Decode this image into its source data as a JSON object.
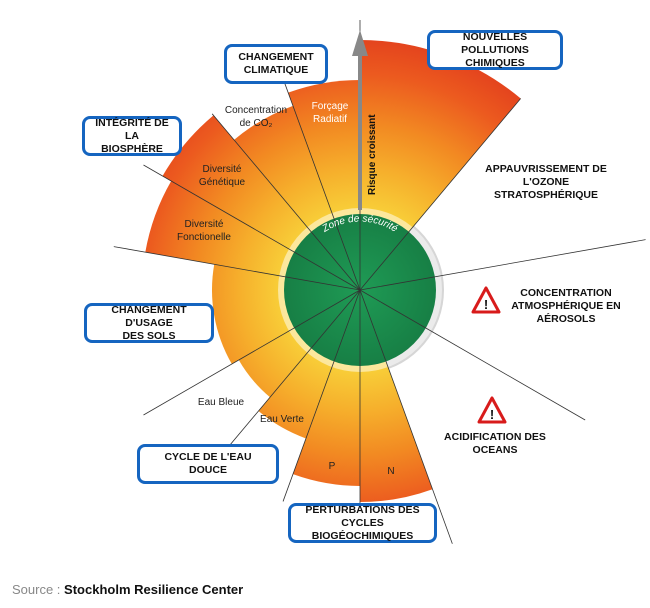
{
  "boundaries": {
    "changement_climatique": "CHANGEMENT\nCLIMATIQUE",
    "nouvelles_pollutions": "NOUVELLES\nPOLLUTIONS CHIMIQUES",
    "integrite_biosphere": "INTÉGRITÉ DE LA\nBIOSPHÈRE",
    "ozone": "APPAUVRISSEMENT DE\nL'OZONE STRATOSPHÉRIQUE",
    "aerosols": "CONCENTRATION\nATMOSPHÉRIQUE EN\nAÉROSOLS",
    "usage_sols": "CHANGEMENT D'USAGE\nDES SOLS",
    "acidification": "ACIDIFICATION DES\nOCEANS",
    "eau_douce": "CYCLE DE L'EAU DOUCE",
    "cycles_biogeo": "PERTURBATIONS DES\nCYCLES BIOGÉOCHIMIQUES"
  },
  "sublabels": {
    "co2": "Concentration\nde CO₂",
    "forcage": "Forçage\nRadiatif",
    "genetique": "Diversité\nGénétique",
    "fonctionnelle": "Diversité\nFonctionelle",
    "eau_bleue": "Eau Bleue",
    "eau_verte": "Eau Verte",
    "p": "P",
    "n": "N"
  },
  "center_label": "Zone de sécurité",
  "arrow_label": "Risque croissant",
  "warning_icon": "warning-triangle-icon",
  "source": {
    "prefix": "Source :",
    "name": "Stockholm Resilience Center"
  },
  "colors": {
    "safe_zone": "#1e9a52",
    "inner_yellow": "#f6c233",
    "orange": "#f4801f",
    "red": "#e0301e",
    "grey_zone": "#d0d0d0",
    "box_border": "#1565c0"
  }
}
